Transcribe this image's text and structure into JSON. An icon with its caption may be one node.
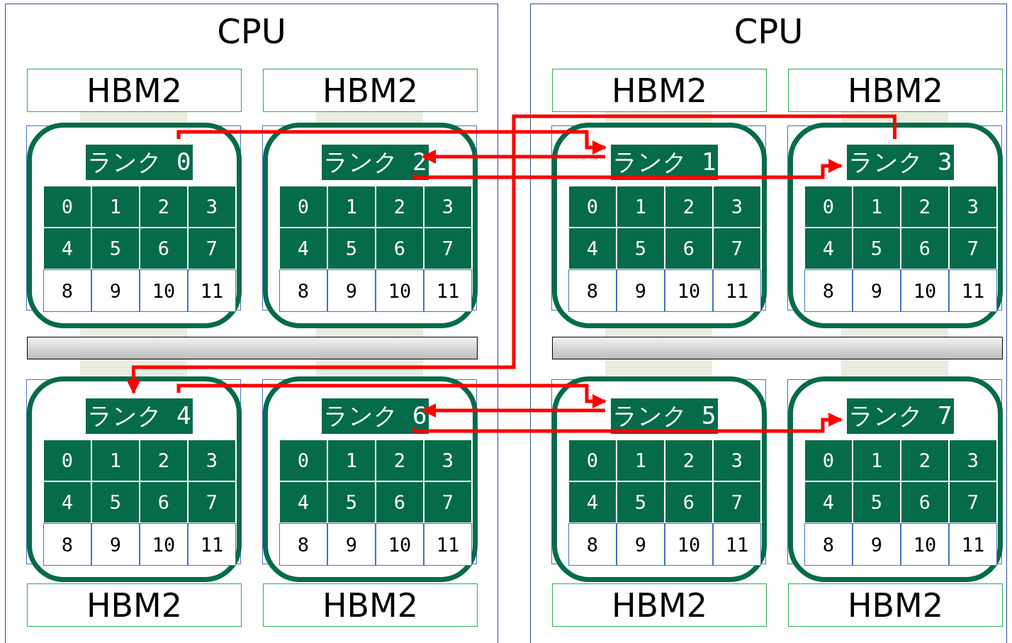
{
  "diagram": {
    "nodes": [
      {
        "text": [
          "CPU"
        ]
      },
      {
        "text": [
          "CPU"
        ]
      },
      {
        "text": [
          "HBM2"
        ],
        "in": 0
      },
      {
        "text": [
          "HBM2"
        ],
        "in": 0
      },
      {
        "text": [
          "HBM2"
        ],
        "in": 1
      },
      {
        "text": [
          "HBM2"
        ],
        "in": 1
      },
      {
        "text": [],
        "shape": "box",
        "in": 0
      },
      {
        "text": [],
        "shape": "box",
        "in": 0
      },
      {
        "text": [],
        "shape": "box",
        "in": 1
      },
      {
        "text": [],
        "shape": "box",
        "in": 1
      },
      {
        "text": [],
        "shape": "box",
        "in": 0
      },
      {
        "text": [],
        "shape": "box",
        "in": 0
      },
      {
        "text": [],
        "shape": "box",
        "in": 1
      },
      {
        "text": [],
        "shape": "box",
        "in": 1
      },
      {
        "text": [
          "ランク 0"
        ],
        "in": 6
      },
      {
        "text": [
          "ランク 2"
        ],
        "in": 7
      },
      {
        "text": [
          "ランク 1"
        ],
        "in": 8
      },
      {
        "text": [
          "ランク 3"
        ],
        "in": 9
      },
      {
        "text": [
          "ランク 4"
        ],
        "in": 10
      },
      {
        "text": [
          "ランク 6"
        ],
        "in": 11
      },
      {
        "text": [
          "ランク 5"
        ],
        "in": 12
      },
      {
        "text": [
          "ランク 7"
        ],
        "in": 13
      },
      {
        "text": [
          "HBM2"
        ],
        "in": 0
      },
      {
        "text": [
          "HBM2"
        ],
        "in": 0
      },
      {
        "text": [
          "HBM2"
        ],
        "in": 1
      },
      {
        "text": [
          "HBM2"
        ],
        "in": 1
      },
      {
        "text": [
          "0"
        ],
        "in": 6
      },
      {
        "text": [
          "1"
        ],
        "in": 6
      },
      {
        "text": [
          "2"
        ],
        "in": 6
      },
      {
        "text": [
          "3"
        ],
        "in": 6
      },
      {
        "text": [
          "4"
        ],
        "in": 6
      },
      {
        "text": [
          "5"
        ],
        "in": 6
      },
      {
        "text": [
          "6"
        ],
        "in": 6
      },
      {
        "text": [
          "7"
        ],
        "in": 6
      },
      {
        "text": [
          "8"
        ],
        "in": 6
      },
      {
        "text": [
          "9"
        ],
        "in": 6
      },
      {
        "text": [
          "10"
        ],
        "in": 6
      },
      {
        "text": [
          "11"
        ],
        "in": 6
      },
      {
        "text": [
          "0"
        ],
        "in": 7
      },
      {
        "text": [
          "1"
        ],
        "in": 7
      },
      {
        "text": [
          "2"
        ],
        "in": 7
      },
      {
        "text": [
          "3"
        ],
        "in": 7
      },
      {
        "text": [
          "4"
        ],
        "in": 7
      },
      {
        "text": [
          "5"
        ],
        "in": 7
      },
      {
        "text": [
          "6"
        ],
        "in": 7
      },
      {
        "text": [
          "7"
        ],
        "in": 7
      },
      {
        "text": [
          "8"
        ],
        "in": 7
      },
      {
        "text": [
          "9"
        ],
        "in": 7
      },
      {
        "text": [
          "10"
        ],
        "in": 7
      },
      {
        "text": [
          "11"
        ],
        "in": 7
      },
      {
        "text": [
          "0"
        ],
        "in": 8
      },
      {
        "text": [
          "1"
        ],
        "in": 8
      },
      {
        "text": [
          "2"
        ],
        "in": 8
      },
      {
        "text": [
          "3"
        ],
        "in": 8
      },
      {
        "text": [
          "4"
        ],
        "in": 8
      },
      {
        "text": [
          "5"
        ],
        "in": 8
      },
      {
        "text": [
          "6"
        ],
        "in": 8
      },
      {
        "text": [
          "7"
        ],
        "in": 8
      },
      {
        "text": [
          "8"
        ],
        "in": 8
      },
      {
        "text": [
          "9"
        ],
        "in": 8
      },
      {
        "text": [
          "10"
        ],
        "in": 8
      },
      {
        "text": [
          "11"
        ],
        "in": 8
      },
      {
        "text": [
          "0"
        ],
        "in": 9
      },
      {
        "text": [
          "1"
        ],
        "in": 9
      },
      {
        "text": [
          "2"
        ],
        "in": 9
      },
      {
        "text": [
          "3"
        ],
        "in": 9
      },
      {
        "text": [
          "4"
        ],
        "in": 9
      },
      {
        "text": [
          "5"
        ],
        "in": 9
      },
      {
        "text": [
          "6"
        ],
        "in": 9
      },
      {
        "text": [
          "7"
        ],
        "in": 9
      },
      {
        "text": [
          "8"
        ],
        "in": 9
      },
      {
        "text": [
          "9"
        ],
        "in": 9
      },
      {
        "text": [
          "10"
        ],
        "in": 9
      },
      {
        "text": [
          "11"
        ],
        "in": 9
      },
      {
        "text": [
          "0"
        ],
        "in": 10
      },
      {
        "text": [
          "1"
        ],
        "in": 10
      },
      {
        "text": [
          "2"
        ],
        "in": 10
      },
      {
        "text": [
          "3"
        ],
        "in": 10
      },
      {
        "text": [
          "4"
        ],
        "in": 10
      },
      {
        "text": [
          "5"
        ],
        "in": 10
      },
      {
        "text": [
          "6"
        ],
        "in": 10
      },
      {
        "text": [
          "7"
        ],
        "in": 10
      },
      {
        "text": [
          "8"
        ],
        "in": 10
      },
      {
        "text": [
          "9"
        ],
        "in": 10
      },
      {
        "text": [
          "10"
        ],
        "in": 10
      },
      {
        "text": [
          "11"
        ],
        "in": 10
      },
      {
        "text": [
          "0"
        ],
        "in": 11
      },
      {
        "text": [
          "1"
        ],
        "in": 11
      },
      {
        "text": [
          "2"
        ],
        "in": 11
      },
      {
        "text": [
          "3"
        ],
        "in": 11
      },
      {
        "text": [
          "4"
        ],
        "in": 11
      },
      {
        "text": [
          "5"
        ],
        "in": 11
      },
      {
        "text": [
          "6"
        ],
        "in": 11
      },
      {
        "text": [
          "7"
        ],
        "in": 11
      },
      {
        "text": [
          "8"
        ],
        "in": 11
      },
      {
        "text": [
          "9"
        ],
        "in": 11
      },
      {
        "text": [
          "10"
        ],
        "in": 11
      },
      {
        "text": [
          "11"
        ],
        "in": 11
      },
      {
        "text": [
          "0"
        ],
        "in": 12
      },
      {
        "text": [
          "1"
        ],
        "in": 12
      },
      {
        "text": [
          "2"
        ],
        "in": 12
      },
      {
        "text": [
          "3"
        ],
        "in": 12
      },
      {
        "text": [
          "4"
        ],
        "in": 12
      },
      {
        "text": [
          "5"
        ],
        "in": 12
      },
      {
        "text": [
          "6"
        ],
        "in": 12
      },
      {
        "text": [
          "7"
        ],
        "in": 12
      },
      {
        "text": [
          "8"
        ],
        "in": 12
      },
      {
        "text": [
          "9"
        ],
        "in": 12
      },
      {
        "text": [
          "10"
        ],
        "in": 12
      },
      {
        "text": [
          "11"
        ],
        "in": 12
      },
      {
        "text": [
          "0"
        ],
        "in": 13
      },
      {
        "text": [
          "1"
        ],
        "in": 13
      },
      {
        "text": [
          "2"
        ],
        "in": 13
      },
      {
        "text": [
          "3"
        ],
        "in": 13
      },
      {
        "text": [
          "4"
        ],
        "in": 13
      },
      {
        "text": [
          "5"
        ],
        "in": 13
      },
      {
        "text": [
          "6"
        ],
        "in": 13
      },
      {
        "text": [
          "7"
        ],
        "in": 13
      },
      {
        "text": [
          "8"
        ],
        "in": 13
      },
      {
        "text": [
          "9"
        ],
        "in": 13
      },
      {
        "text": [
          "10"
        ],
        "in": 13
      },
      {
        "text": [
          "11"
        ],
        "in": 13
      },
      {
        "text": [],
        "shape": "bar",
        "in": 0
      },
      {
        "text": [],
        "shape": "bar",
        "in": 1
      }
    ],
    "edges": [
      {
        "from": 14,
        "to": 16,
        "arrow": "to"
      },
      {
        "from": 16,
        "to": 15,
        "arrow": "to"
      },
      {
        "from": 15,
        "to": 17,
        "arrow": "to"
      },
      {
        "from": 17,
        "to": 18,
        "arrow": "to"
      },
      {
        "from": 18,
        "to": 20,
        "arrow": "to"
      },
      {
        "from": 20,
        "to": 19,
        "arrow": "to"
      },
      {
        "from": 19,
        "to": 21,
        "arrow": "to"
      }
    ]
  }
}
